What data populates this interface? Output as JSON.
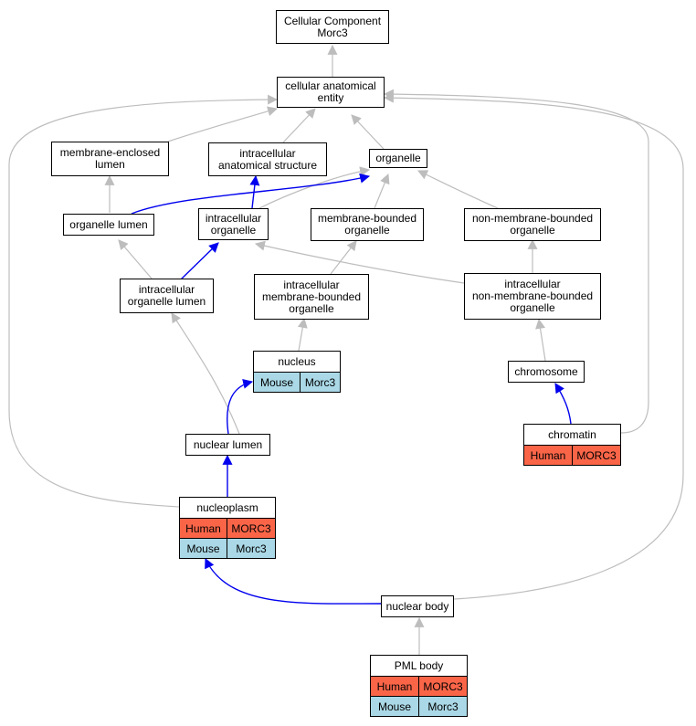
{
  "colors": {
    "grey_edge": "#bdbdbd",
    "blue_edge": "#0000ee",
    "human": "#fa6548",
    "mouse": "#aad8e6"
  },
  "nodes": {
    "root": "Cellular Component\nMorc3",
    "cae": "cellular anatomical\nentity",
    "mel": "membrane-enclosed\nlumen",
    "ias": "intracellular\nanatomical structure",
    "organelle": "organelle",
    "orglumen": "organelle lumen",
    "intorg": "intracellular\norganelle",
    "mbo": "membrane-bounded\norganelle",
    "nmbo": "non-membrane-bounded\norganelle",
    "iol": "intracellular\norganelle lumen",
    "imbo": "intracellular\nmembrane-bounded\norganelle",
    "inmbo": "intracellular\nnon-membrane-bounded\norganelle",
    "chromosome": "chromosome",
    "nuclearlumen": "nuclear lumen",
    "nuclearbody": "nuclear body"
  },
  "tables": {
    "nucleus": {
      "title": "nucleus",
      "rows": [
        {
          "species": "Mouse",
          "gene": "Morc3"
        }
      ]
    },
    "chromatin": {
      "title": "chromatin",
      "rows": [
        {
          "species": "Human",
          "gene": "MORC3"
        }
      ]
    },
    "nucleoplasm": {
      "title": "nucleoplasm",
      "rows": [
        {
          "species": "Human",
          "gene": "MORC3"
        },
        {
          "species": "Mouse",
          "gene": "Morc3"
        }
      ]
    },
    "pml": {
      "title": "PML body",
      "rows": [
        {
          "species": "Human",
          "gene": "MORC3"
        },
        {
          "species": "Mouse",
          "gene": "Morc3"
        }
      ]
    }
  }
}
